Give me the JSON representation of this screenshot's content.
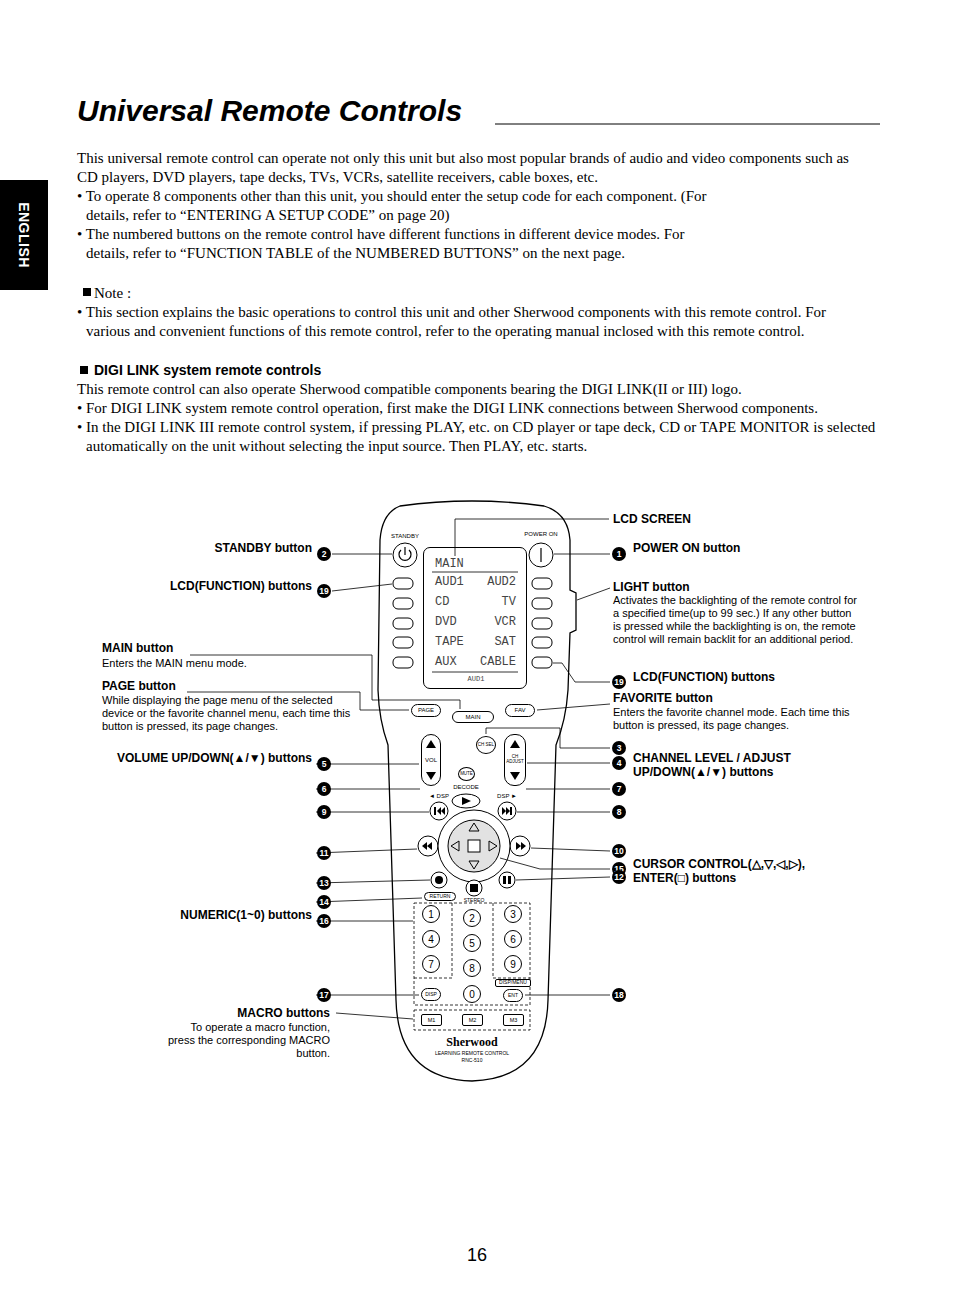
{
  "diagram": {
    "title": "Universal Remote Controls",
    "nodes": [
      {
        "text": [
          "ENGLISH"
        ]
      },
      {
        "text": [
          "MAIN",
          "AUD1",
          "AUD2",
          "CD",
          "TV",
          "DVD",
          "VCR",
          "TAPE",
          "SAT",
          "AUX",
          "CABLE",
          "AUD1"
        ]
      },
      {
        "text": [
          "PAGE"
        ]
      },
      {
        "text": [
          "MAIN"
        ]
      },
      {
        "text": [
          "FAV"
        ]
      },
      {
        "text": [
          "CH SEL"
        ]
      },
      {
        "text": [
          "VOL"
        ]
      },
      {
        "text": [
          "CH ADJUST"
        ]
      },
      {
        "text": [
          "MUTE"
        ]
      },
      {
        "text": [
          "RETURN"
        ]
      },
      {
        "text": [
          "1"
        ]
      },
      {
        "text": [
          "2"
        ]
      },
      {
        "text": [
          "3"
        ]
      },
      {
        "text": [
          "4"
        ]
      },
      {
        "text": [
          "5"
        ]
      },
      {
        "text": [
          "6"
        ]
      },
      {
        "text": [
          "7"
        ]
      },
      {
        "text": [
          "8"
        ]
      },
      {
        "text": [
          "9"
        ]
      },
      {
        "text": [
          "DISP"
        ]
      },
      {
        "text": [
          "0"
        ]
      },
      {
        "text": [
          "DISP/MENU"
        ]
      },
      {
        "text": [
          "ENT"
        ]
      },
      {
        "text": [
          "M1"
        ]
      },
      {
        "text": [
          "M2"
        ]
      },
      {
        "text": [
          "M3"
        ]
      }
    ],
    "labels": [
      "This universal remote control can operate not only this unit but also most popular brands of audio and video components such as CD players, DVD players, tape decks, TVs, VCRs, satellite receivers, cable boxes, etc.",
      "• To operate 8 components other than this unit, you should enter the setup code for each component. (For details, refer to “ENTERING A SETUP CODE” on page 20)",
      "• The numbered buttons on the remote control have different functions in different device modes. For details, refer to “FUNCTION TABLE of the NUMBERED BUTTONS” on the next page.",
      "Note :",
      "• This section explains the basic operations to control this unit and other Sherwood components with this remote control. For various and convenient functions of this remote control, refer to the operating manual inclosed with this remote control.",
      "DIGI LINK system remote controls",
      "This remote control can also operate Sherwood compatible components bearing the DIGI LINK(II or III) logo.",
      "• For DIGI LINK system remote control operation, first make the DIGI LINK connections between Sherwood components.",
      "• In the DIGI LINK III remote control system, if pressing PLAY, etc. on CD player or tape deck, CD or TAPE MONITOR is selected automatically on the unit without selecting the input source. Then PLAY, etc. starts.",
      "STANDBY",
      "POWER ON",
      "◄ DSP",
      "DECODE",
      "DSP ►",
      "STEREO",
      "Sherwood",
      "LEARNING REMOTE CONTROL",
      "RNC-510",
      "LCD SCREEN",
      "STANDBY button",
      "2",
      "1",
      "POWER ON button",
      "LCD(FUNCTION) buttons",
      "19",
      "LIGHT button",
      "Activates the backlighting of the remote control for a specified time(up to 99 sec.) If any other button is pressed while the backlighting is on, the remote control will remain backlit for an additional period.",
      "MAIN button",
      "Enters the MAIN menu mode.",
      "19",
      "LCD(FUNCTION) buttons",
      "PAGE button",
      "While displaying the page menu of the selected device or the favorite channel menu, each time this button is pressed, its page changes.",
      "FAVORITE button",
      "Enters the favorite channel mode. Each time this button is pressed, its page changes.",
      "3",
      "VOLUME UP/DOWN(▲/▼) buttons",
      "5",
      "4",
      "CHANNEL LEVEL / ADJUST UP/DOWN(▲/▼) buttons",
      "6",
      "7",
      "9",
      "8",
      "11",
      "10",
      "15",
      "CURSOR CONTROL(△,▽,◁,▷), ENTER(□) buttons",
      "13",
      "12",
      "14",
      "NUMERIC(1~0) buttons",
      "16",
      "17",
      "18",
      "MACRO buttons",
      "To operate a macro function, press the corresponding MACRO button.",
      "16"
    ]
  }
}
